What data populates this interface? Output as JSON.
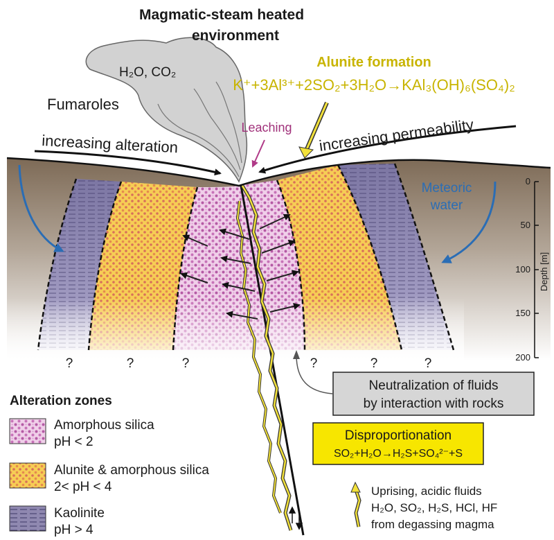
{
  "title_line1": "Magmatic-steam heated",
  "title_line2": "environment",
  "plume_label": "H₂O, CO₂",
  "fumaroles": "Fumaroles",
  "alunite_title": "Alunite formation",
  "alunite_equation": "K⁺+3Al³⁺+2SO₂+3H₂O→KAl₃(OH)₆(SO₄)₂",
  "leaching": "Leaching",
  "increasing_alteration": "increasing alteration",
  "increasing_permeability": "increasing permeability",
  "meteoric_line1": "Meteoric",
  "meteoric_line2": "water",
  "depth_axis": {
    "label": "Depth [m]",
    "ticks": [
      "0",
      "50",
      "100",
      "150",
      "200"
    ]
  },
  "question_mark": "?",
  "neutralization_line1": "Neutralization of fluids",
  "neutralization_line2": "by interaction with rocks",
  "legend": {
    "title": "Alteration zones",
    "items": [
      {
        "name": "Amorphous silica",
        "ph": "pH < 2"
      },
      {
        "name": "Alunite & amorphous silica",
        "ph": "2< pH < 4"
      },
      {
        "name": "Kaolinite",
        "ph": "pH > 4"
      }
    ]
  },
  "disproportionation_title": "Disproportionation",
  "disproportionation_equation": "SO₂+H₂O→H₂S+SO₄²⁻+S",
  "fluids_line1": "Uprising, acidic fluids",
  "fluids_line2": "H₂O, SO₂, H₂S, HCl, HF",
  "fluids_line3": "from degassing magma",
  "colors": {
    "alunite_text": "#c8b400",
    "leaching_text": "#a0307a",
    "meteoric_text": "#2a6db5",
    "disproportionation_box": "#f7e600",
    "neutralization_box": "#d6d6d6",
    "silica_zone": "#e8b8e0",
    "alunite_zone": "#f5c94a",
    "kaolinite_zone": "#8f88b0",
    "soil": "#8a7560"
  }
}
